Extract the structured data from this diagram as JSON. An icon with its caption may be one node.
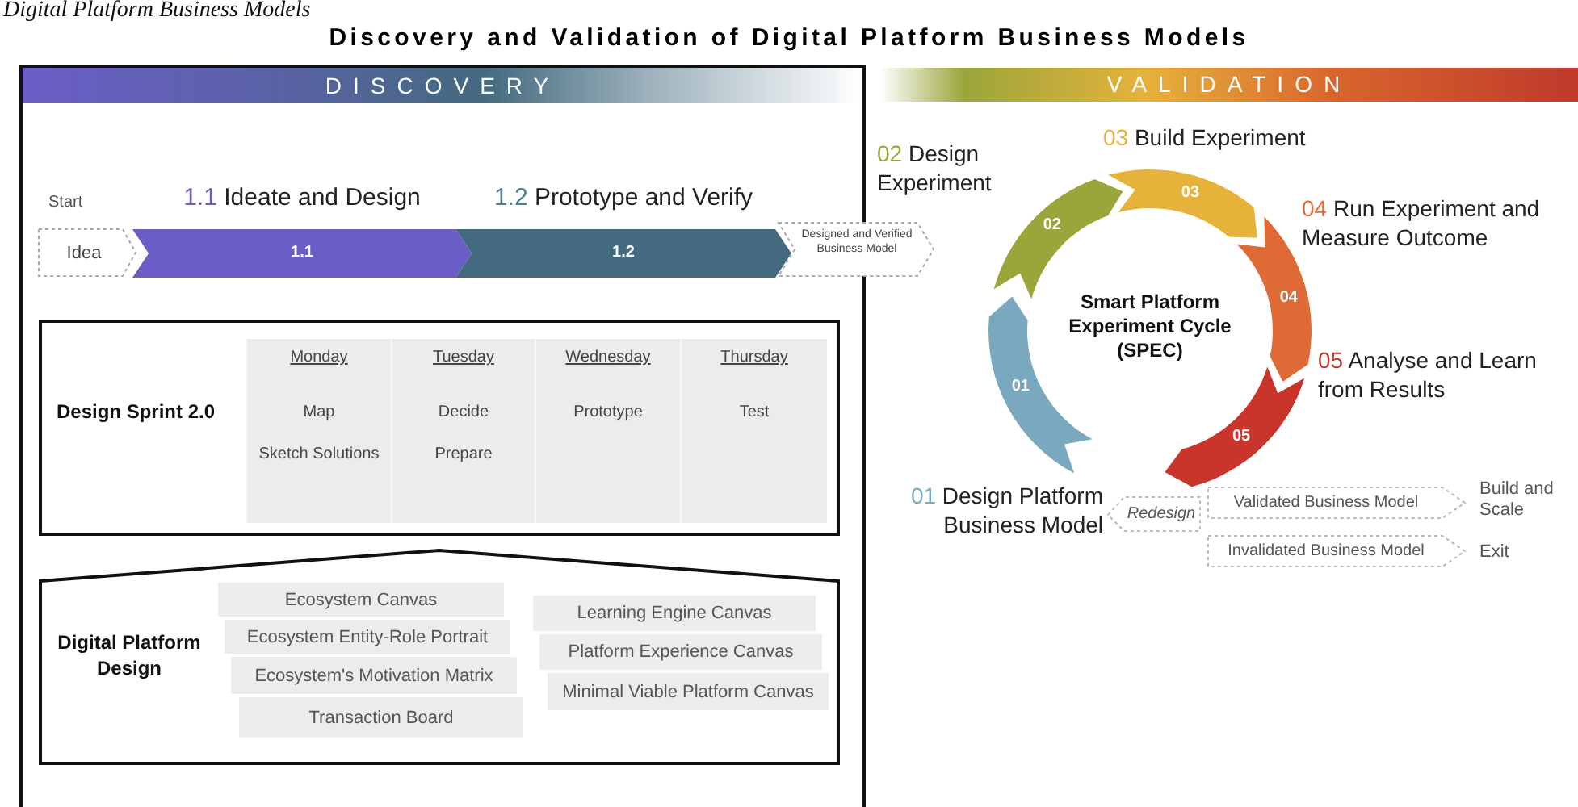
{
  "diagram": {
    "title": "Discovery and Validation of Digital Platform Business Models",
    "nodes": [
      {
        "text": [
          "DISCOVERY"
        ]
      },
      {
        "text": [
          "VALIDATION"
        ]
      },
      {
        "text": [
          "Idea"
        ],
        "beside": [
          "Start"
        ],
        "in": 0
      },
      {
        "text": [
          "1.1 Ideate and Design",
          "1.1"
        ],
        "in": 0
      },
      {
        "text": [
          "1.2 Prototype and Verify",
          "1.2"
        ],
        "in": 0
      },
      {
        "text": [
          "Designed and Verified Business Model"
        ]
      },
      {
        "text": [
          "Design Sprint 2.0"
        ],
        "in": 0
      },
      {
        "text": [
          "Monday",
          "Map",
          "Sketch Solutions"
        ],
        "in": 6
      },
      {
        "text": [
          "Tuesday",
          "Decide",
          "Prepare"
        ],
        "in": 6
      },
      {
        "text": [
          "Wednesday",
          "Prototype"
        ],
        "in": 6
      },
      {
        "text": [
          "Thursday",
          "Test"
        ],
        "in": 6
      },
      {
        "text": [
          "Digital Platform Design"
        ],
        "in": 0
      },
      {
        "text": [
          "Ecosystem Canvas"
        ],
        "in": 11
      },
      {
        "text": [
          "Ecosystem Entity-Role Portrait"
        ],
        "in": 11
      },
      {
        "text": [
          "Ecosystem's Motivation Matrix"
        ],
        "in": 11
      },
      {
        "text": [
          "Transaction Board"
        ],
        "in": 11
      },
      {
        "text": [
          "Learning Engine Canvas"
        ],
        "in": 11
      },
      {
        "text": [
          "Platform Experience Canvas"
        ],
        "in": 11
      },
      {
        "text": [
          "Minimal Viable Platform Canvas"
        ],
        "in": 11
      },
      {
        "text": [
          "01"
        ],
        "beside": [
          "01 Design Platform Business Model"
        ]
      },
      {
        "text": [
          "02"
        ],
        "beside": [
          "02 Design Experiment"
        ]
      },
      {
        "text": [
          "03"
        ],
        "beside": [
          "03 Build Experiment"
        ]
      },
      {
        "text": [
          "04"
        ],
        "beside": [
          "04 Run Experiment and Measure Outcome"
        ]
      },
      {
        "text": [
          "05"
        ],
        "beside": [
          "05 Analyse and Learn from Results"
        ]
      },
      {
        "text": [
          "Redesign"
        ]
      },
      {
        "text": [
          "Validated Business Model"
        ]
      },
      {
        "text": [
          "Invalidated Business Model"
        ]
      }
    ],
    "labels": [
      "Digital Platform Business Models",
      "Smart Platform Experiment Cycle (SPEC)",
      "Build and Scale",
      "Exit"
    ]
  }
}
